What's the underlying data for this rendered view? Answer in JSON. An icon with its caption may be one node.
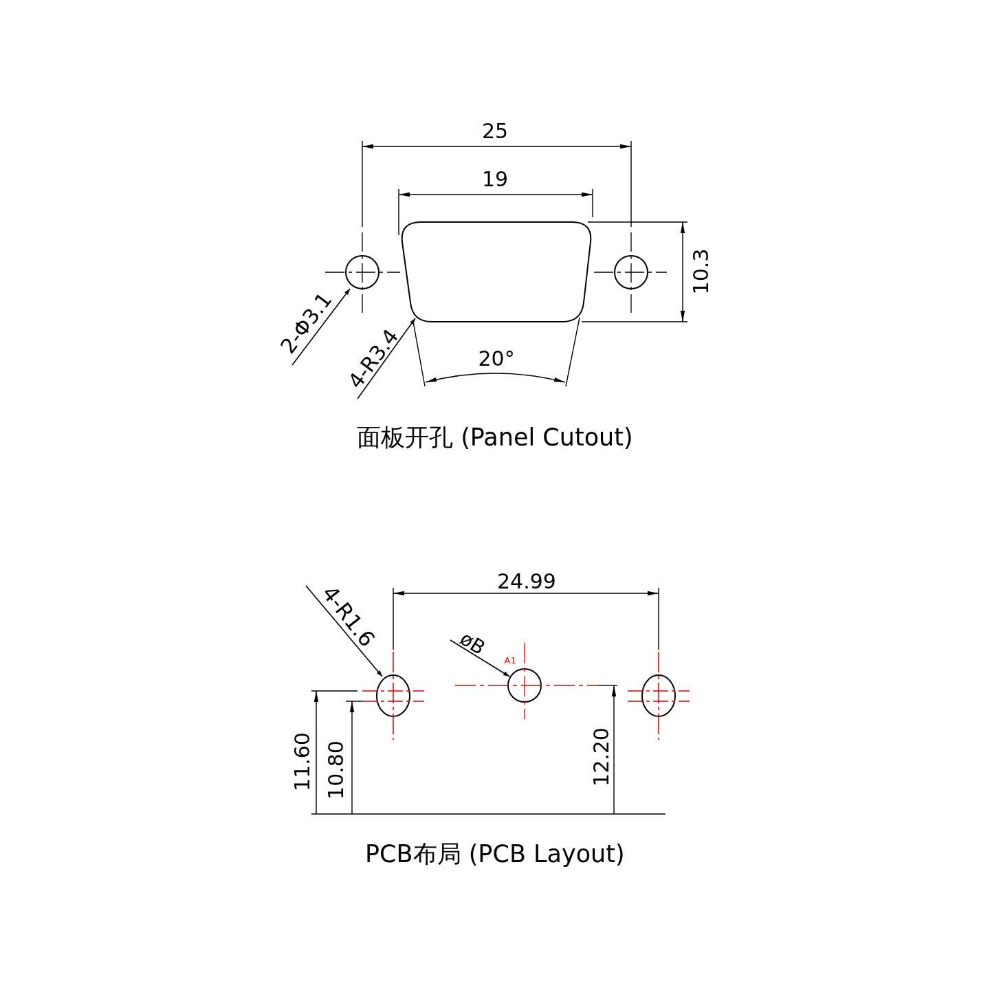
{
  "diagram": {
    "nodes": [
      {
        "text": [
          "2-Φ3.1"
        ]
      },
      {
        "text": [],
        "shape": "circle"
      },
      {
        "text": [
          "4-R3.4"
        ]
      },
      {
        "text": [],
        "shape": "box"
      },
      {
        "text": [
          "4-R1.6"
        ]
      },
      {
        "text": [],
        "shape": "circle"
      },
      {
        "text": [
          "øB"
        ]
      },
      {
        "text": [],
        "shape": "circle"
      }
    ],
    "edges": [
      {
        "from": 0,
        "to": 1,
        "arrow": "to"
      },
      {
        "from": 2,
        "to": 3,
        "arrow": "to"
      },
      {
        "from": 4,
        "to": 5,
        "arrow": "to"
      },
      {
        "from": 6,
        "to": 7,
        "arrow": "to"
      }
    ],
    "labels": [
      "25",
      "19",
      "10.3",
      "20°",
      "面板开孔 (Panel Cutout)",
      "24.99",
      "A1",
      "11.60",
      "10.80",
      "12.20",
      "PCB布局 (PCB Layout)"
    ]
  }
}
